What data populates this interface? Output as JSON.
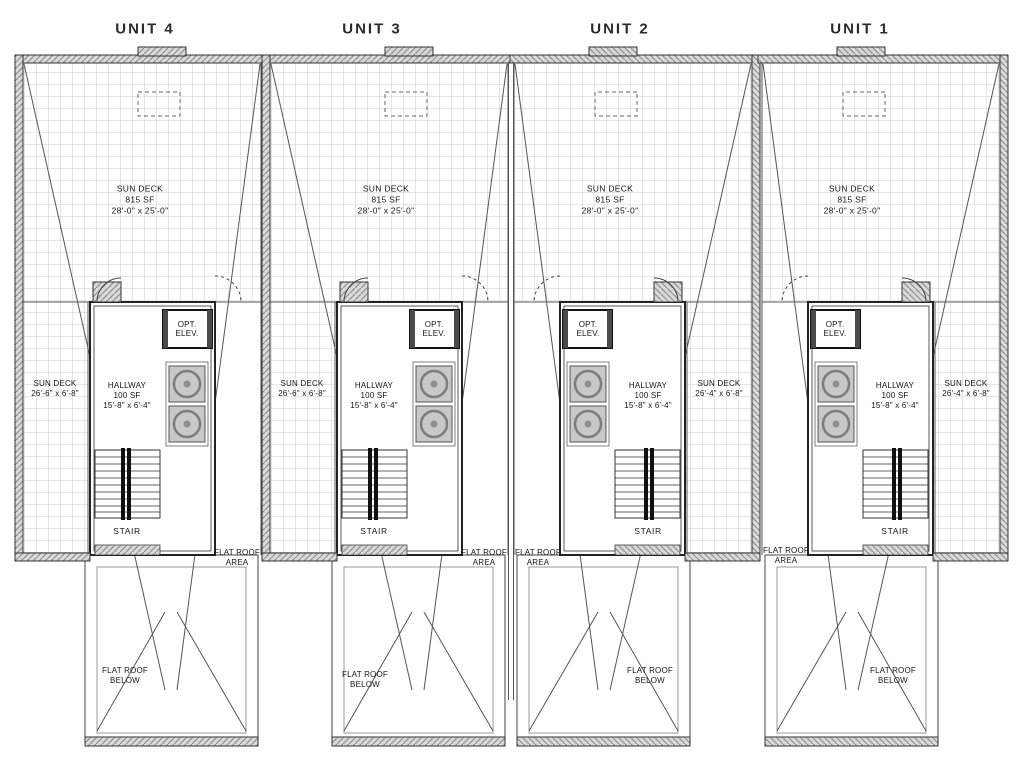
{
  "drawing": {
    "title_hint": "roof / upper level plan of four attached units",
    "background": "#ffffff",
    "line_color": "#333333",
    "wall_fill": "#d9d9d9",
    "grid_color": "#cccccc",
    "equipment_fill": "#c8c8c8"
  },
  "units": [
    {
      "name": "UNIT 4",
      "sun_deck": [
        "SUN DECK",
        "815 SF",
        "28'-0\" x 25'-0\""
      ],
      "side_deck": [
        "SUN DECK",
        "26'-6\" x 6'-8\""
      ],
      "hallway": [
        "HALLWAY",
        "100 SF",
        "15'-8\" x 6'-4\""
      ],
      "elevator": [
        "OPT.",
        "ELEV."
      ],
      "stair": "STAIR",
      "flat_roof_area": [
        "FLAT ROOF",
        "AREA"
      ],
      "flat_roof_below": [
        "FLAT ROOF",
        "BELOW"
      ]
    },
    {
      "name": "UNIT 3",
      "sun_deck": [
        "SUN DECK",
        "815 SF",
        "28'-0\" x 25'-0\""
      ],
      "side_deck": [
        "SUN DECK",
        "26'-6\" x 6'-8\""
      ],
      "hallway": [
        "HALLWAY",
        "100 SF",
        "15'-8\" x 6'-4\""
      ],
      "elevator": [
        "OPT.",
        "ELEV."
      ],
      "stair": "STAIR",
      "flat_roof_area": [
        "FLAT ROOF",
        "AREA"
      ],
      "flat_roof_below": [
        "FLAT ROOF",
        "BELOW"
      ]
    },
    {
      "name": "UNIT 2",
      "sun_deck": [
        "SUN DECK",
        "815 SF",
        "28'-0\" x 25'-0\""
      ],
      "side_deck": [
        "SUN DECK",
        "26'-4\" x 6'-8\""
      ],
      "hallway": [
        "HALLWAY",
        "100 SF",
        "15'-8\" x 6'-4\""
      ],
      "elevator": [
        "OPT.",
        "ELEV."
      ],
      "stair": "STAIR",
      "flat_roof_area": [
        "FLAT ROOF",
        "AREA"
      ],
      "flat_roof_below": [
        "FLAT ROOF",
        "BELOW"
      ]
    },
    {
      "name": "UNIT 1",
      "sun_deck": [
        "SUN DECK",
        "815 SF",
        "28'-0\" x 25'-0\""
      ],
      "side_deck": [
        "SUN DECK",
        "26'-4\" x 6'-8\""
      ],
      "hallway": [
        "HALLWAY",
        "100 SF",
        "15'-8\" x 6'-4\""
      ],
      "elevator": [
        "OPT.",
        "ELEV."
      ],
      "stair": "STAIR",
      "flat_roof_area": [
        "FLAT ROOF",
        "AREA"
      ],
      "flat_roof_below": [
        "FLAT ROOF",
        "BELOW"
      ]
    }
  ]
}
